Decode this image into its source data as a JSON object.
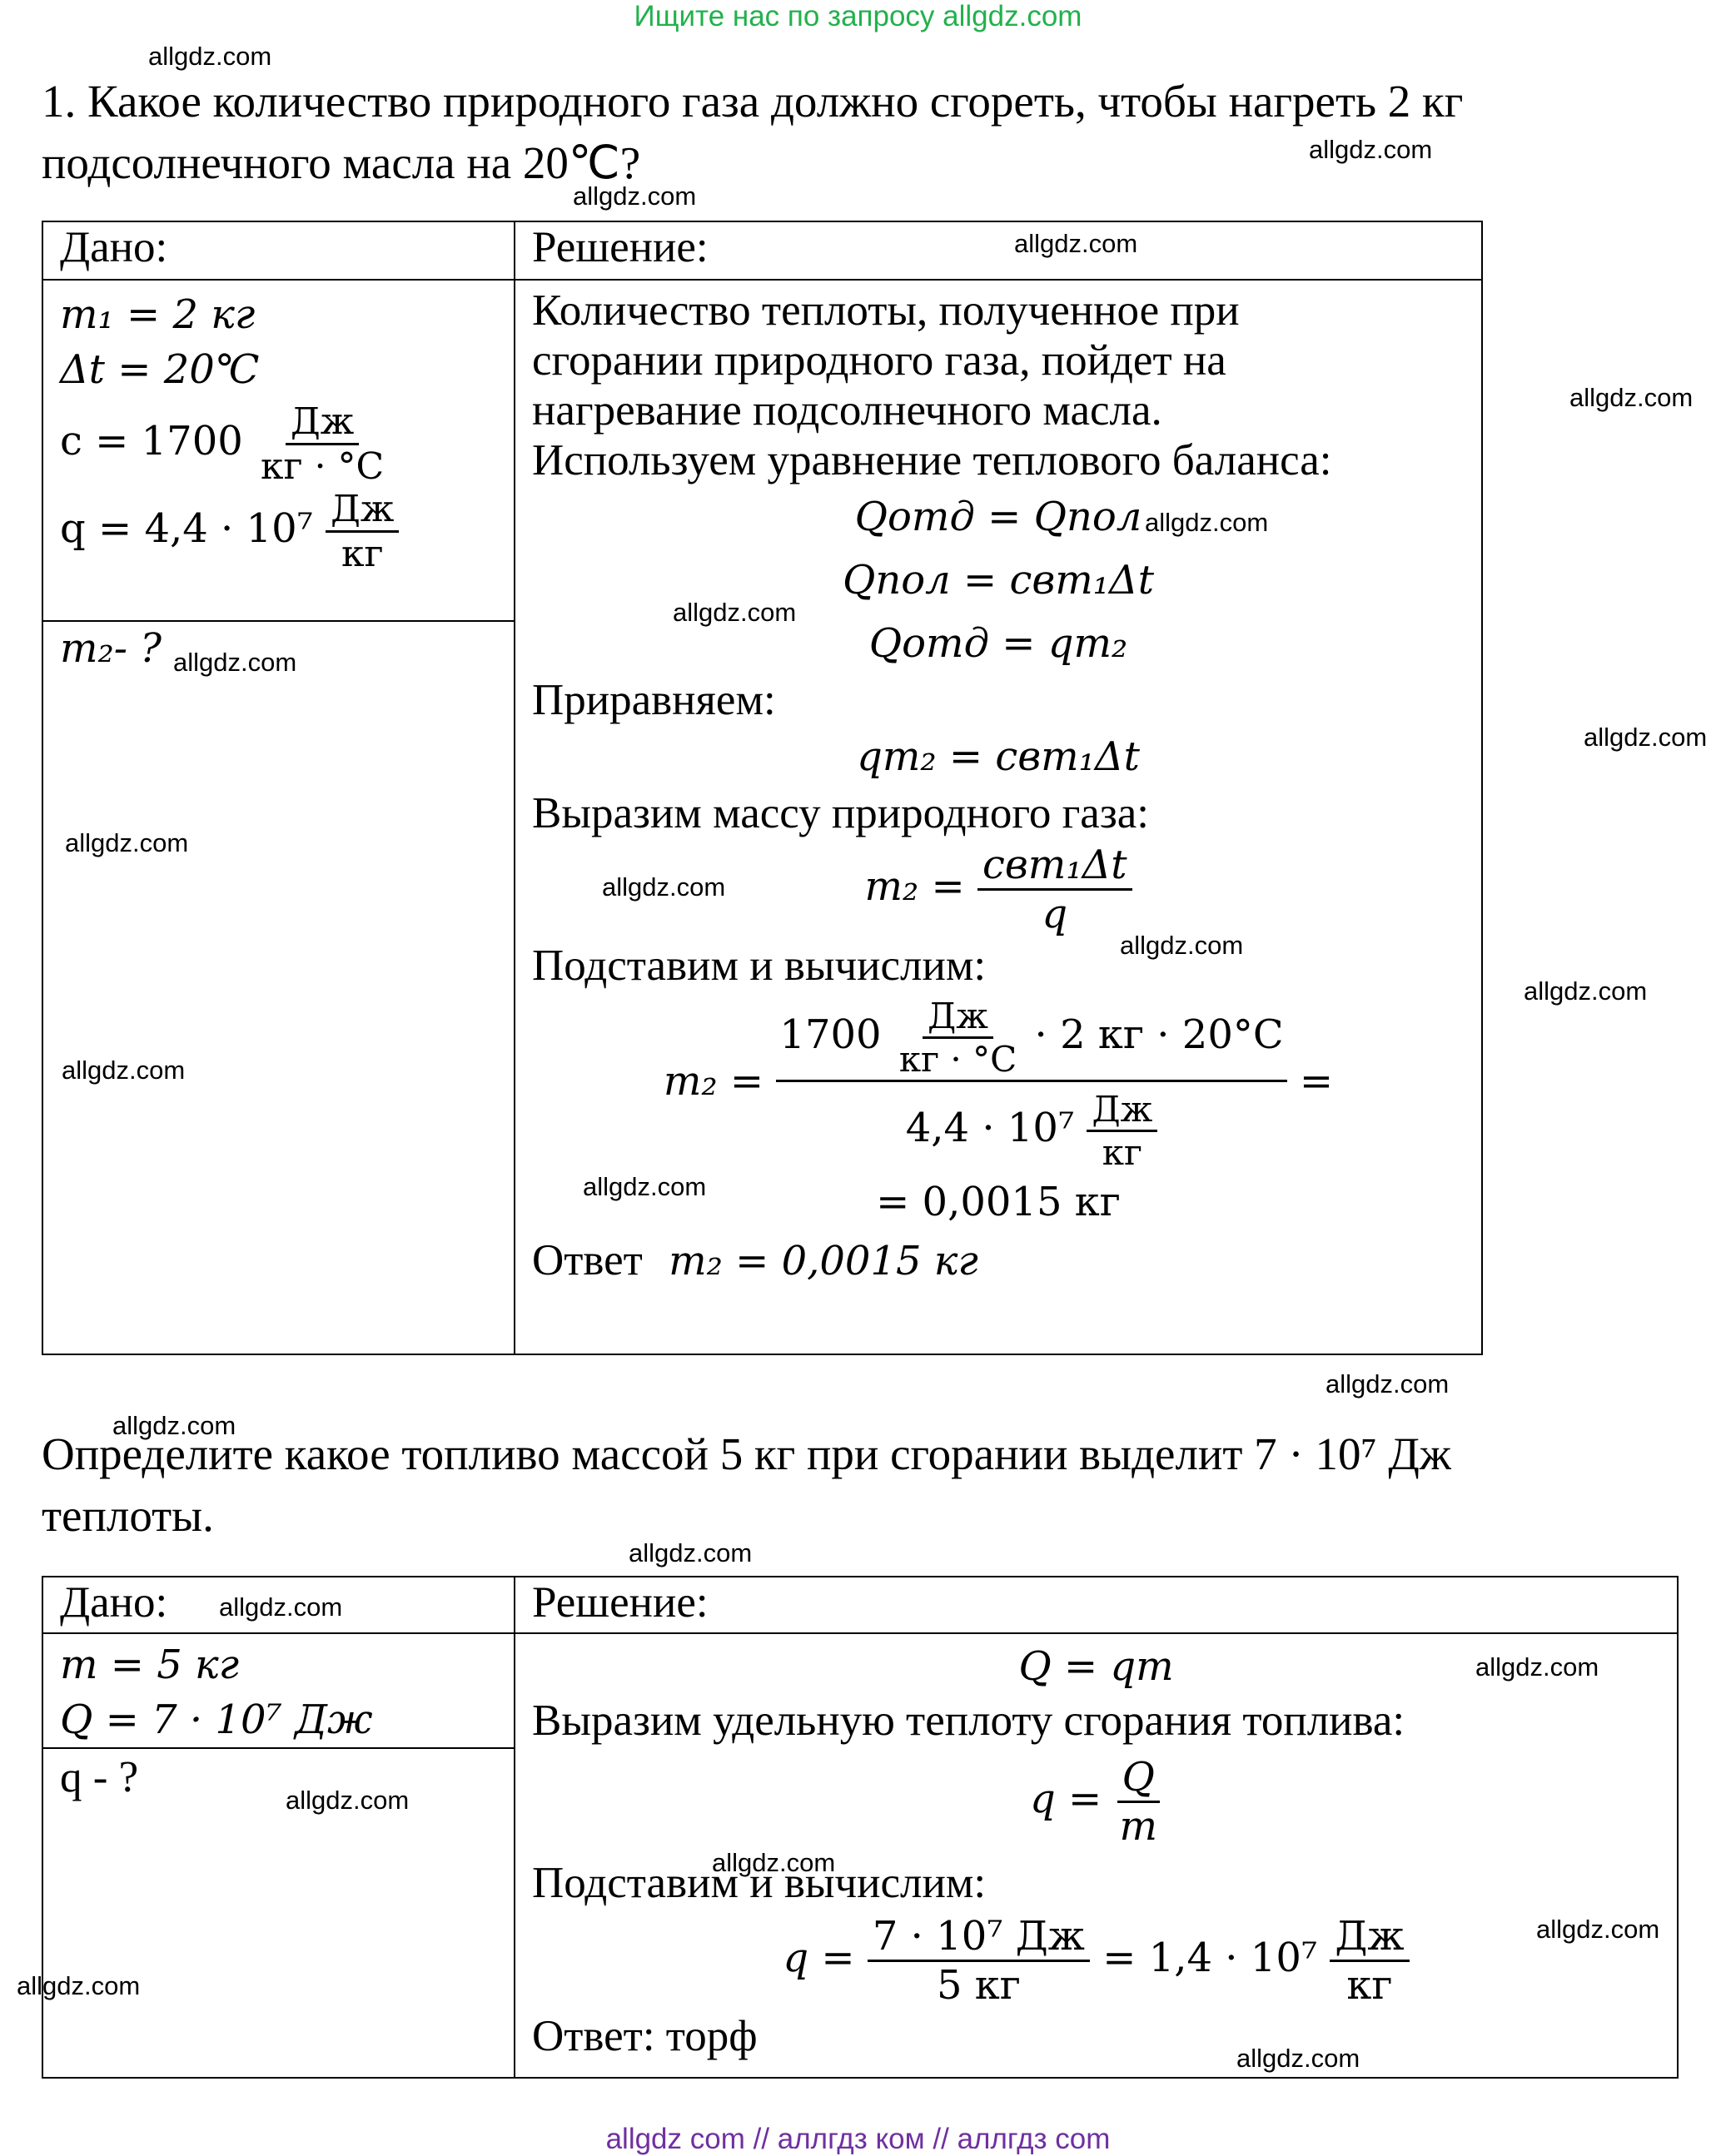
{
  "banner_top": "Ищите нас по запросу allgdz.com",
  "banner_bottom": "allgdz com  //  аллгдз ком  //  аллгдз com",
  "watermark": "allgdz.com",
  "problem1": {
    "text_line1": "1. Какое количество природного газа должно сгореть, чтобы нагреть 2 кг",
    "text_line2": "подсолнечного масла на 20℃?",
    "given_header": "Дано:",
    "solution_header": "Решение:",
    "given": {
      "m1": "m₁ = 2 кг",
      "dt": "Δt =  20℃",
      "c_prefix": "с =  1700",
      "c_num": "Дж",
      "c_den": "кг · °С",
      "q_prefix": "q = 4,4 · 10⁷",
      "q_num": "Дж",
      "q_den": "кг",
      "find": "m₂- ?"
    },
    "solution": {
      "p1": "Количество теплоты, полученное при",
      "p2": "сгорании природного газа, пойдет на",
      "p3": "нагревание подсолнечного масла.",
      "p4": "Используем уравнение теплового баланса:",
      "eq1": "Qотд = Qпол",
      "eq2": "Qпол = cвm₁Δt",
      "eq3": "Qотд = qm₂",
      "p5": "Приравняем:",
      "eq4": "qm₂ = cвm₁Δt",
      "p6": "Выразим массу природного газа:",
      "eq5_lhs": "m₂ =",
      "eq5_num": "cвm₁Δt",
      "eq5_den": "q",
      "p7": "Подставим и вычислим:",
      "calc_lhs": "m₂ =",
      "calc_num_a": "1700",
      "calc_num_unit_num": "Дж",
      "calc_num_unit_den": "кг · °С",
      "calc_num_b": "· 2 кг  · 20°С",
      "calc_den_a": "4,4 · 10⁷",
      "calc_den_unit_num": "Дж",
      "calc_den_unit_den": "кг",
      "calc_eq": "=",
      "calc_result": "= 0,0015 кг",
      "answer_label": "Ответ",
      "answer": "m₂ = 0,0015 кг"
    }
  },
  "problem2": {
    "text_line1": "Определите какое топливо массой 5 кг при сгорании выделит 7 · 10⁷ Дж",
    "text_line2": "теплоты.",
    "given_header": "Дано:",
    "solution_header": "Решение:",
    "given": {
      "m": "m = 5 кг",
      "Q": "Q = 7 · 10⁷ Дж",
      "find": "q - ?"
    },
    "solution": {
      "eq1": "Q = qm",
      "p1": "Выразим удельную теплоту сгорания топлива:",
      "eq2_lhs": "q =",
      "eq2_num": "Q",
      "eq2_den": "m",
      "p2": "Подставим и вычислим:",
      "calc_lhs": "q =",
      "calc_num": "7 · 10⁷ Дж",
      "calc_den": "5 кг",
      "calc_mid": "= 1,4 · 10⁷",
      "calc_unit_num": "Дж",
      "calc_unit_den": "кг",
      "answer": "Ответ: торф"
    }
  }
}
